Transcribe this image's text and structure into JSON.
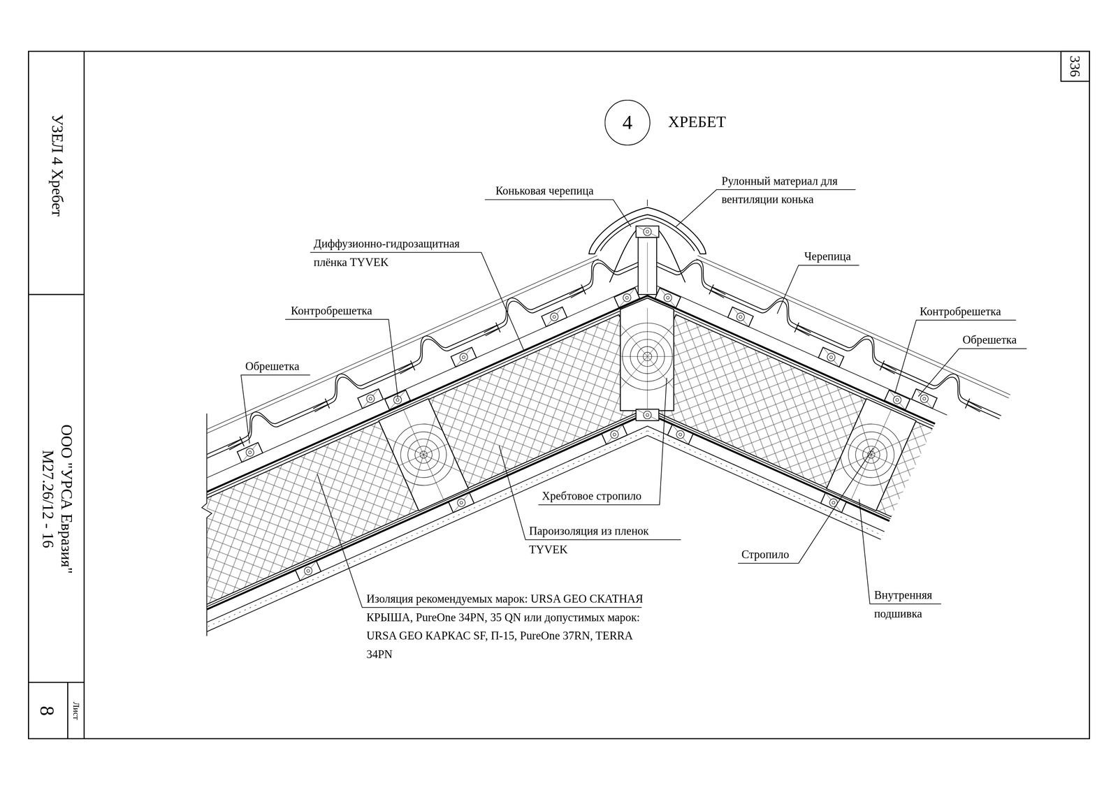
{
  "diagram": {
    "title": "ХРЕБЕТ",
    "nodes": [
      {
        "text": [
          "4"
        ]
      }
    ],
    "labels": [
      "Коньковая черепица",
      "Рулонный материал для вентиляции конька",
      "Диффузионно-гидрозащитная плёнка TYVEK",
      "Черепица",
      "Контробрешетка",
      "Контробрешетка",
      "Обрешетка",
      "Обрешетка",
      "Хребтовое стропило",
      "Пароизоляция из пленок TYVEK",
      "Стропило",
      "Внутренняя подшивка",
      "Изоляция рекомендуемых марок: URSA GEO СКАТНАЯ КРЫША, PureOne 34PN, 35 QN или допустимых марок: URSA GEO КАРКАС SF, П-15, PureOne 37RN, TERRA 34PN",
      "УЗЕЛ 4 Хребет",
      "ООО \"УРСА Евразия\" М27.26/12 - 16",
      "Лист",
      "8",
      "336"
    ]
  }
}
